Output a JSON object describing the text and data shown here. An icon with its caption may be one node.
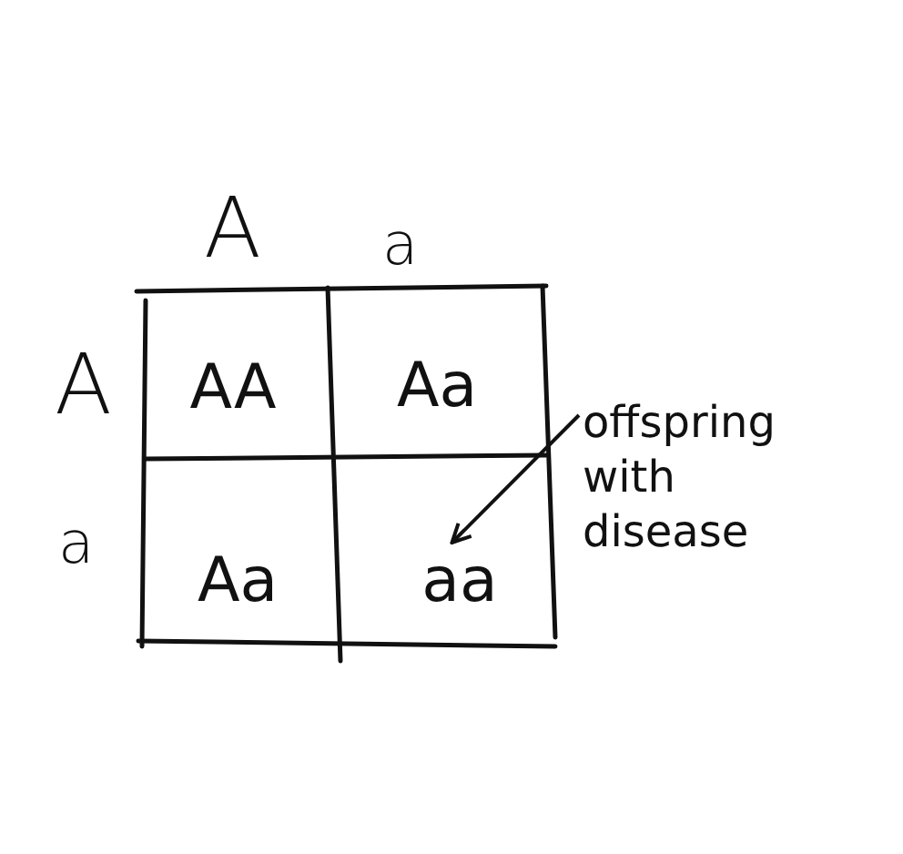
{
  "diagram": {
    "nodes": [
      {
        "text": [
          "AA"
        ]
      },
      {
        "text": [
          "Aa"
        ]
      },
      {
        "text": [
          "Aa"
        ]
      },
      {
        "text": [
          "aa"
        ]
      },
      {
        "text": [
          "offspring with disease"
        ]
      }
    ],
    "edges": [
      {
        "from": 4,
        "to": 3,
        "arrow": "to"
      }
    ],
    "labels": [
      "A",
      "a",
      "A",
      "a"
    ]
  }
}
